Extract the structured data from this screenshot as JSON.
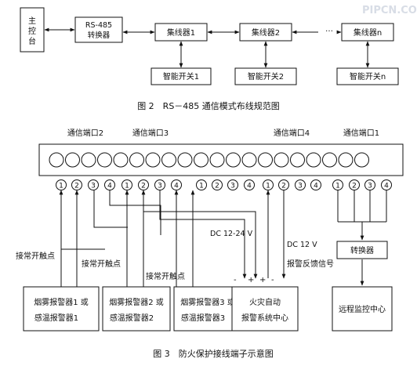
{
  "watermark": "PIPCN.COM",
  "fig2": {
    "host": "主控台",
    "converter_line1": "RS-485",
    "converter_line2": "转换器",
    "hub1": "集线器1",
    "hub2": "集线器2",
    "hub_dots": "…",
    "hubn": "集线器n",
    "switch1": "智能开关1",
    "switch2": "智能开关2",
    "switchn": "智能开关n",
    "caption": "图 2　RS－485 通信模式布线规范图"
  },
  "fig3": {
    "port_label_2": "通信端口2",
    "port_label_3": "通信端口3",
    "port_label_4": "通信端口4",
    "port_label_1": "通信端口1",
    "pin_numbers": [
      "1",
      "2",
      "3",
      "4",
      "1",
      "2",
      "3",
      "4",
      "1",
      "2",
      "3",
      "4",
      "1",
      "2",
      "3",
      "4",
      "1",
      "2",
      "3",
      "4"
    ],
    "contact_label_1": "接常开触点",
    "contact_label_2": "接常开触点",
    "contact_label_3": "接常开触点",
    "dc_24": "DC 12-24 V",
    "dc_12": "DC 12 V",
    "feedback": "报警反馈信号",
    "converter": "转换器",
    "minus_1": "-",
    "plus_1": "+",
    "plus_2": "+",
    "minus_2": "-",
    "alarm1_line1": "烟雾报警器1 或",
    "alarm1_line2": "感温报警器1",
    "alarm2_line1": "烟雾报警器2 或",
    "alarm2_line2": "感温报警器2",
    "alarm3_line1": "烟雾报警器3 或",
    "alarm3_line2": "感温报警器3",
    "fire_line1": "火灾自动",
    "fire_line2": "报警系统中心",
    "remote": "远程监控中心",
    "caption": "图 3　防火保护接线端子示意图"
  }
}
